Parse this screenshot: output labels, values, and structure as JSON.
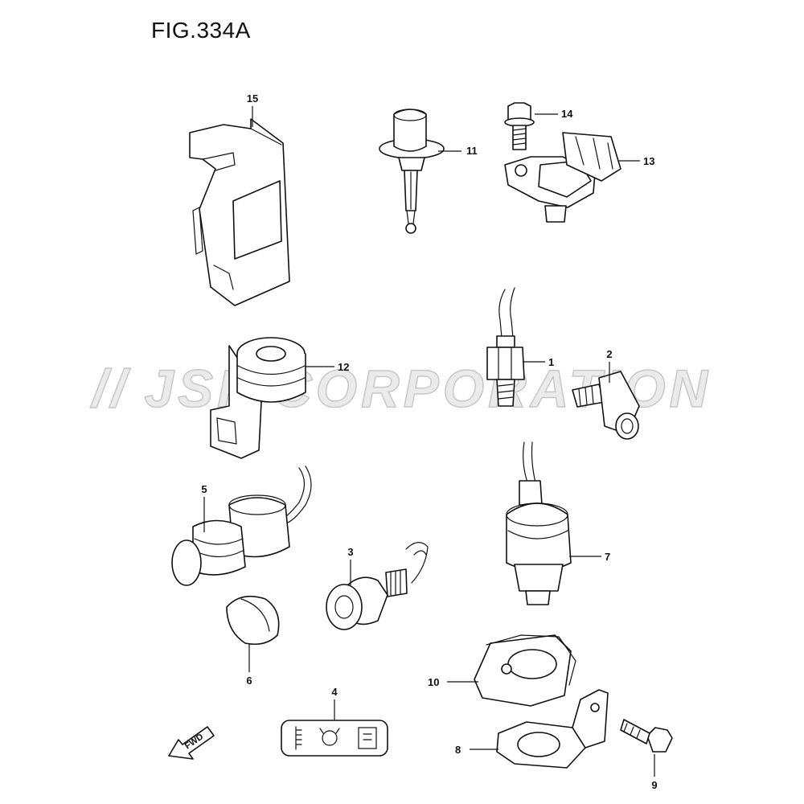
{
  "figure": {
    "title": "FIG.334A"
  },
  "watermark": {
    "text": "JSP CORPORATION"
  },
  "direction_indicator": {
    "label": "FWD"
  },
  "callouts": [
    {
      "id": "c1",
      "label": "1"
    },
    {
      "id": "c2",
      "label": "2"
    },
    {
      "id": "c3",
      "label": "3"
    },
    {
      "id": "c4",
      "label": "4"
    },
    {
      "id": "c5",
      "label": "5"
    },
    {
      "id": "c6",
      "label": "6"
    },
    {
      "id": "c7",
      "label": "7"
    },
    {
      "id": "c8",
      "label": "8"
    },
    {
      "id": "c9",
      "label": "9"
    },
    {
      "id": "c10",
      "label": "10"
    },
    {
      "id": "c11",
      "label": "11"
    },
    {
      "id": "c12",
      "label": "12"
    },
    {
      "id": "c13",
      "label": "13"
    },
    {
      "id": "c14",
      "label": "14"
    },
    {
      "id": "c15",
      "label": "15"
    }
  ],
  "colors": {
    "line": "#111111",
    "background": "#ffffff",
    "watermark": "#c8c8c8"
  }
}
